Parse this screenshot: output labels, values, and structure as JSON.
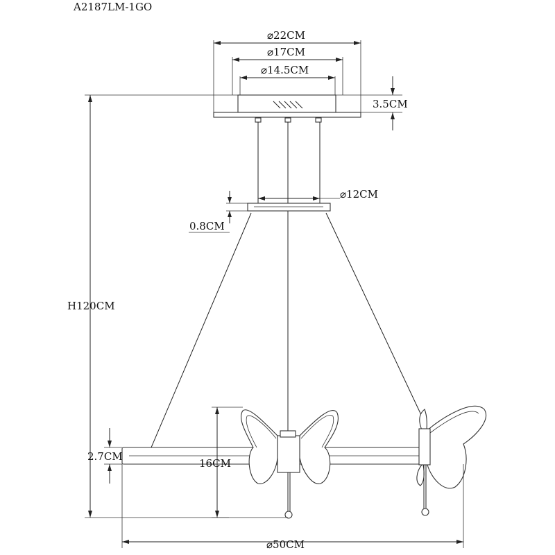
{
  "model_code": "A2187LM-1GO",
  "dimensions": {
    "canopy_outer_diameter": "⌀22CM",
    "canopy_mid_diameter": "⌀17CM",
    "canopy_inner_diameter": "⌀14.5CM",
    "canopy_height": "3.5CM",
    "hub_diameter": "⌀12CM",
    "hub_thickness": "0.8CM",
    "total_height": "H120CM",
    "ring_thickness": "2.7CM",
    "butterfly_height": "16CM",
    "ring_diameter": "⌀50CM"
  },
  "colors": {
    "line": "#222222",
    "background": "#ffffff"
  }
}
